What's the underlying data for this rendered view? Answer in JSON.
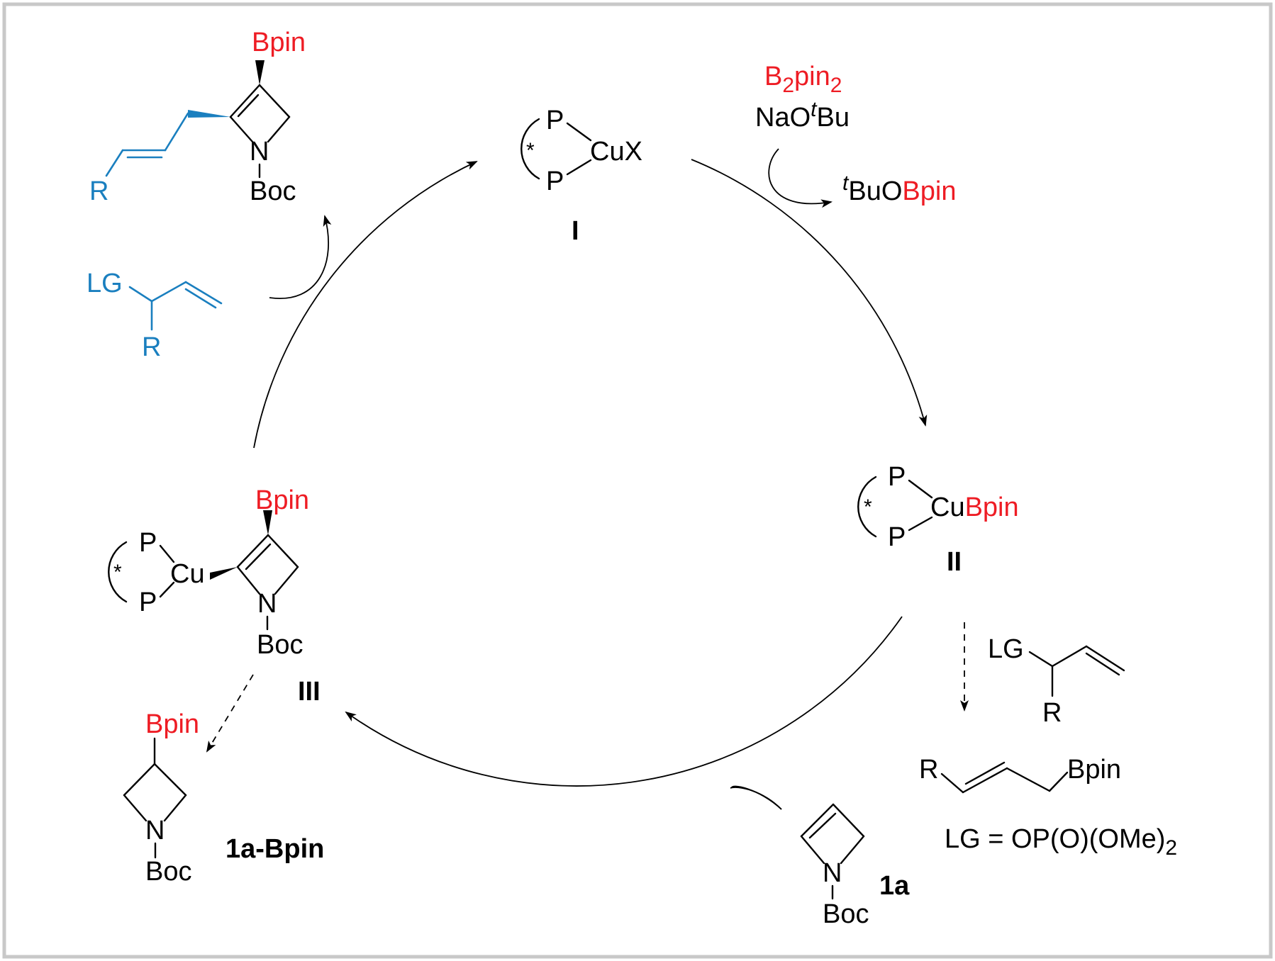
{
  "colors": {
    "reagent_red": "#ee1c24",
    "substrate_blue": "#1a7fbf",
    "text_black": "#000000",
    "frame_gray": "#c8c8c8"
  },
  "cycle": {
    "cat_I": {
      "ligand_p": "P",
      "chiral_mark": "*",
      "metal": "CuX",
      "label": "I"
    },
    "cat_II": {
      "ligand_p": "P",
      "chiral_mark": "*",
      "metal": "Cu",
      "boryl": "Bpin",
      "label": "II"
    },
    "int_III": {
      "ligand_p": "P",
      "chiral_mark": "*",
      "metal": "Cu",
      "boryl": "Bpin",
      "n": "N",
      "boc": "Boc",
      "label": "III"
    }
  },
  "reagents": {
    "b2pin2": {
      "b": "B",
      "sub1": "2",
      "pin": "pin",
      "sub2": "2"
    },
    "base": {
      "prefix": "NaO",
      "sup": "t",
      "suffix": "Bu"
    },
    "byproduct": {
      "sup": "t",
      "buo": "BuO",
      "bpin": "Bpin"
    },
    "azetine": {
      "n": "N",
      "boc": "Boc",
      "label": "1a"
    }
  },
  "product": {
    "bpin": "Bpin",
    "n": "N",
    "boc": "Boc",
    "r": "R"
  },
  "allyl_reagent_left": {
    "lg": "LG",
    "r": "R"
  },
  "side_path": {
    "allyl_lg": "LG",
    "allyl_r": "R",
    "allyl_boronate": {
      "r": "R",
      "bpin": "Bpin"
    },
    "lg_definition": {
      "text": "LG = OP(O)(OMe)",
      "sub": "2"
    }
  },
  "side_product": {
    "bpin": "Bpin",
    "n": "N",
    "boc": "Boc",
    "label": "1a-Bpin"
  }
}
